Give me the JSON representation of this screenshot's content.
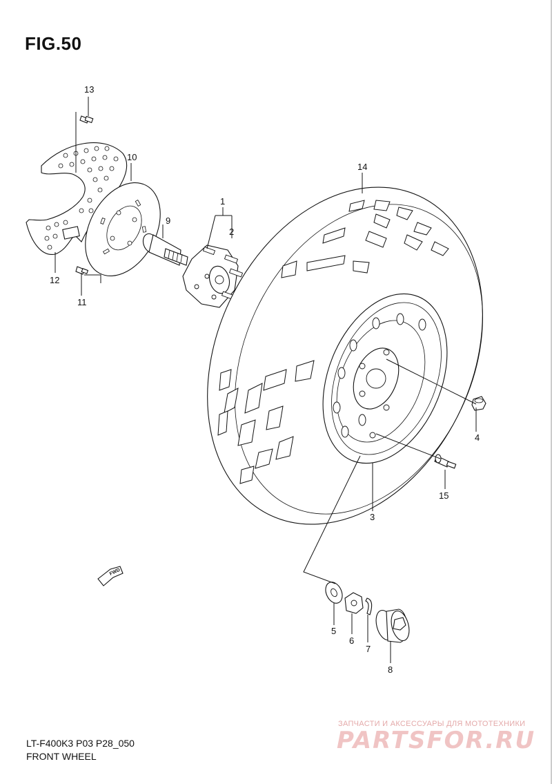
{
  "figure": {
    "title": "FIG.50"
  },
  "footer": {
    "code": "LT-F400K3 P03 P28_050",
    "name": "FRONT WHEEL"
  },
  "watermark": {
    "tagline": "ЗАПЧАСТИ И АКСЕССУАРЫ ДЛЯ МОТОТЕХНИКИ",
    "logo": "PARTSFOR.RU"
  },
  "direction_arrow": {
    "label": "FWD"
  },
  "callouts": [
    "1",
    "2",
    "3",
    "4",
    "5",
    "6",
    "7",
    "8",
    "9",
    "10",
    "11",
    "12",
    "13",
    "14",
    "15"
  ]
}
